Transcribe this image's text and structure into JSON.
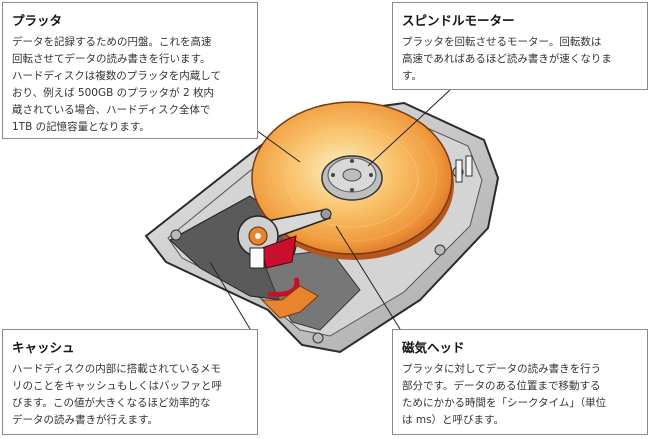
{
  "platter": {
    "title": "プラッタ",
    "lines": [
      "データを記録するための円盤。これを高速",
      "回転させてデータの読み書きを行います。",
      "ハードディスクは複数のプラッタを内蔵して",
      "おり、例えば 500GB のプラッタが 2 枚内",
      "蔵されている場合、ハードディスク全体で",
      "1TB の記憶容量となります。"
    ]
  },
  "spindle": {
    "title": "スピンドルモーター",
    "lines": [
      "プラッタを回転させるモーター。回転数は",
      "高速であればあるほど読み書きが速くなりま",
      "す。"
    ]
  },
  "cache": {
    "title": "キャッシュ",
    "lines": [
      "ハードディスクの内部に搭載されているメモ",
      "リのことをキャッシュもしくはバッファと呼",
      "びます。この値が大きくなるほど効率的な",
      "データの読み書きが行えます。"
    ]
  },
  "head": {
    "title": "磁気ヘッド",
    "lines": [
      "プラッタに対してデータの読み書きを行う",
      "部分です。データのある位置まで移動する",
      "ためにかかる時間を「シークタイム」（単位",
      "は ms）と呼びます。"
    ]
  },
  "colors": {
    "platter_light": "#fbe3a8",
    "platter_mid": "#f6a94a",
    "platter_dark": "#e0762a",
    "case": "#c9c9c9",
    "case_shadow": "#8e8e8e",
    "cable_red": "#c8102e",
    "flex_orange": "#e8852c"
  }
}
